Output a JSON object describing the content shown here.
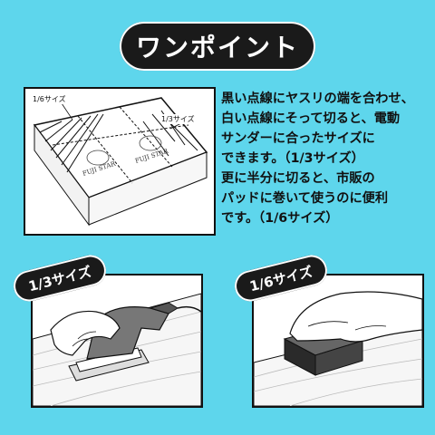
{
  "title": "ワンポイント",
  "diagram": {
    "label_sixth": "1/6サイズ",
    "label_third": "1/3サイズ",
    "logo_text_1": "FUJI STAR",
    "logo_text_2": "FUJI STAR"
  },
  "description": {
    "line1": "黒い点線にヤスリの端を合わせ、",
    "line2": "白い点線にそって切ると、電動",
    "line3": "サンダーに合ったサイズに",
    "line4": "できます。（1/3サイズ）",
    "line5": "更に半分に切ると、市販の",
    "line6": "パッドに巻いて使うのに便利",
    "line7": "です。（1/6サイズ）"
  },
  "panels": {
    "left_tag": "1/3サイズ",
    "right_tag": "1/6サイズ"
  },
  "colors": {
    "background": "#5ed6ec",
    "banner": "#1a1a1a",
    "panel": "#ffffff"
  }
}
